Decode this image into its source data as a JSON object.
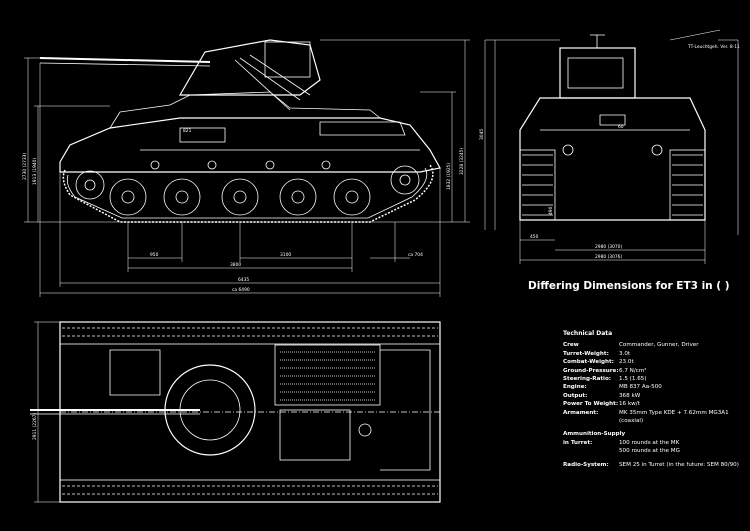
{
  "caption": "Differing Dimensions for ET3 in (   )",
  "tech_data": {
    "title": "Technical Data",
    "rows": [
      {
        "k": "Crew",
        "v": "Commander, Gunner, Driver"
      },
      {
        "k": "Turret-Weight:",
        "v": "3.0t"
      },
      {
        "k": "Combat-Weight:",
        "v": "23.0t"
      },
      {
        "k": "Ground-Pressure:",
        "v": "6.7 N/cm²"
      },
      {
        "k": "Steering-Ratio:",
        "v": "1.5 (1.65)"
      },
      {
        "k": "Engine:",
        "v": "MB 837 Aa-500"
      },
      {
        "k": "Output:",
        "v": "368 kW"
      },
      {
        "k": "Power To Weight:",
        "v": "16 kw/t"
      },
      {
        "k": "Armament:",
        "v": "MK 35mm Type KDE + 7.62mm MG3A1 (coaxial)"
      }
    ],
    "ammo_title": "Ammunition-Supply",
    "ammo_rows": [
      {
        "k": "in Turret:",
        "v": "100 rounds at the MK"
      },
      {
        "k": "",
        "v": "500 rounds at the MG"
      }
    ],
    "radio": {
      "k": "Radio-System:",
      "v": "SEM 25 in Turret (in the future: SEM 80/90)"
    }
  },
  "dims": {
    "side_h1": "2730 (2733)",
    "side_h2": "1913 (1940)",
    "side_h3": "3228 (3245)",
    "side_h4": "1832 (1925)",
    "len_950": "950",
    "len_3800": "3800",
    "len_3100": "3100",
    "len_6435": "6435",
    "len_6490": "ca 6490",
    "ca_704": "ca 704",
    "mark_821": "821",
    "front_h": "3045",
    "front_w1": "2980 (3070)",
    "front_w2": "2980 (3076)",
    "front_450": "450",
    "front_490": "490",
    "front_60": "60",
    "top_w": "2911 (2267)",
    "front_label": "TT-Leuchtgeh. Ver. 8-11"
  }
}
